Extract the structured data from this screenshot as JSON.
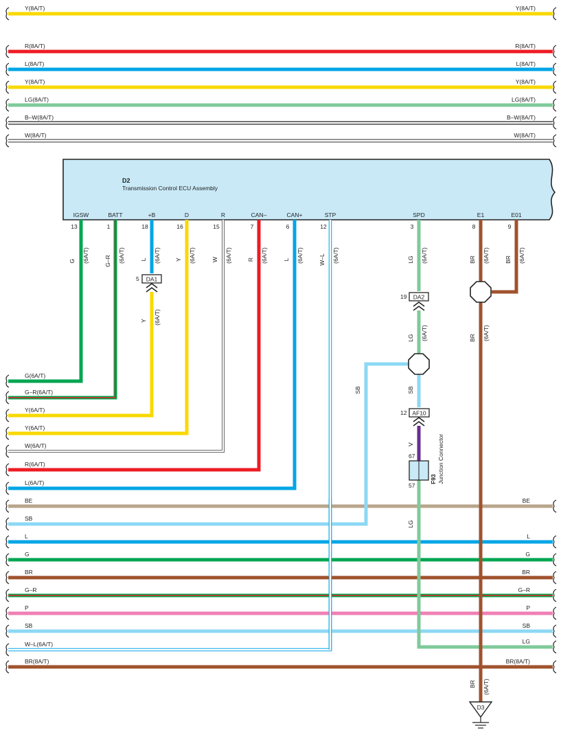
{
  "colors": {
    "Y": "#f9d800",
    "R": "#ed1c24",
    "L": "#00a6e6",
    "LG": "#7fc99a",
    "B": "#231f20",
    "W": "#ffffff",
    "G": "#00a651",
    "BE": "#b8a58b",
    "SB": "#8dd8f5",
    "BR": "#a0522d",
    "P": "#ef7fb4",
    "V": "#6a2c91",
    "ECU": "#c9e9f7"
  },
  "top_wires": [
    {
      "left": "Y(8A/T)",
      "right": "Y(8A/T)",
      "color": "Y"
    },
    {
      "left": "R(8A/T)",
      "right": "R(8A/T)",
      "color": "R"
    },
    {
      "left": "L(8A/T)",
      "right": "L(8A/T)",
      "color": "L"
    },
    {
      "left": "Y(8A/T)",
      "right": "Y(8A/T)",
      "color": "Y"
    },
    {
      "left": "LG(8A/T)",
      "right": "LG(8A/T)",
      "color": "LG"
    },
    {
      "left": "B–W(8A/T)",
      "right": "B–W(8A/T)",
      "color": "BW"
    },
    {
      "left": "W(8A/T)",
      "right": "W(8A/T)",
      "color": "W"
    }
  ],
  "ecu": {
    "code": "D2",
    "name": "Transmission Control ECU Assembly",
    "pins": [
      {
        "label": "IGSW",
        "num": "13",
        "wire": "G",
        "note": "(6A/T)"
      },
      {
        "label": "BATT",
        "num": "1",
        "wire": "G–R",
        "note": "(6A/T)"
      },
      {
        "label": "+B",
        "num": "18",
        "wire": "L",
        "note": "(6A/T)"
      },
      {
        "label": "D",
        "num": "16",
        "wire": "Y",
        "note": "(6A/T)"
      },
      {
        "label": "R",
        "num": "15",
        "wire": "W",
        "note": "(6A/T)"
      },
      {
        "label": "CAN–",
        "num": "7",
        "wire": "R",
        "note": "(6A/T)"
      },
      {
        "label": "CAN+",
        "num": "6",
        "wire": "L",
        "note": "(6A/T)"
      },
      {
        "label": "STP",
        "num": "12",
        "wire": "W–L",
        "note": "(6A/T)"
      },
      {
        "label": "SPD",
        "num": "3",
        "wire": "LG",
        "note": "(6A/T)"
      },
      {
        "label": "E1",
        "num": "8",
        "wire": "BR",
        "note": "(6A/T)"
      },
      {
        "label": "E01",
        "num": "9",
        "wire": "BR",
        "note": "(6A/T)"
      }
    ]
  },
  "connectors": {
    "da1": {
      "pin": "5",
      "name": "DA1",
      "wire_below": "Y",
      "note": "(6A/T)"
    },
    "da2": {
      "pin": "19",
      "name": "DA2",
      "wire_below": "LG",
      "note": "(6A/T)"
    },
    "af10": {
      "pin": "12",
      "name": "AF10",
      "wire_below": "V"
    },
    "e1_below": {
      "wire": "BR",
      "note": "(6A/T)"
    },
    "sb_up": "SB",
    "sb_left": "SB"
  },
  "junction": {
    "code": "F93",
    "name": "Junction Connector",
    "pin_top": "67",
    "pin_bottom": "57",
    "wire_below": "LG"
  },
  "left_wires": [
    {
      "left": "G(6A/T)",
      "color": "G"
    },
    {
      "left": "G–R(6A/T)",
      "color": "GR"
    },
    {
      "left": "Y(6A/T)",
      "color": "Y"
    },
    {
      "left": "Y(6A/T)",
      "color": "Y"
    },
    {
      "left": "W(6A/T)",
      "color": "W"
    },
    {
      "left": "R(6A/T)",
      "color": "R"
    },
    {
      "left": "L(6A/T)",
      "color": "L"
    }
  ],
  "bottom_wires": [
    {
      "left": "BE",
      "right": "BE",
      "color": "BE"
    },
    {
      "left": "SB",
      "right": "",
      "color": "SB"
    },
    {
      "left": "L",
      "right": "L",
      "color": "L"
    },
    {
      "left": "G",
      "right": "G",
      "color": "G"
    },
    {
      "left": "BR",
      "right": "BR",
      "color": "BR"
    },
    {
      "left": "G–R",
      "right": "G–R",
      "color": "GR"
    },
    {
      "left": "P",
      "right": "P",
      "color": "P"
    },
    {
      "left": "SB",
      "right": "SB",
      "color": "SB"
    },
    {
      "left": "W–L(6A/T)",
      "right": "LG",
      "color": "WL"
    },
    {
      "left": "BR(8A/T)",
      "right": "BR(8A/T)",
      "color": "BR"
    }
  ],
  "ground": {
    "code": "D3",
    "wire": "BR",
    "note": "(6A/T)"
  }
}
